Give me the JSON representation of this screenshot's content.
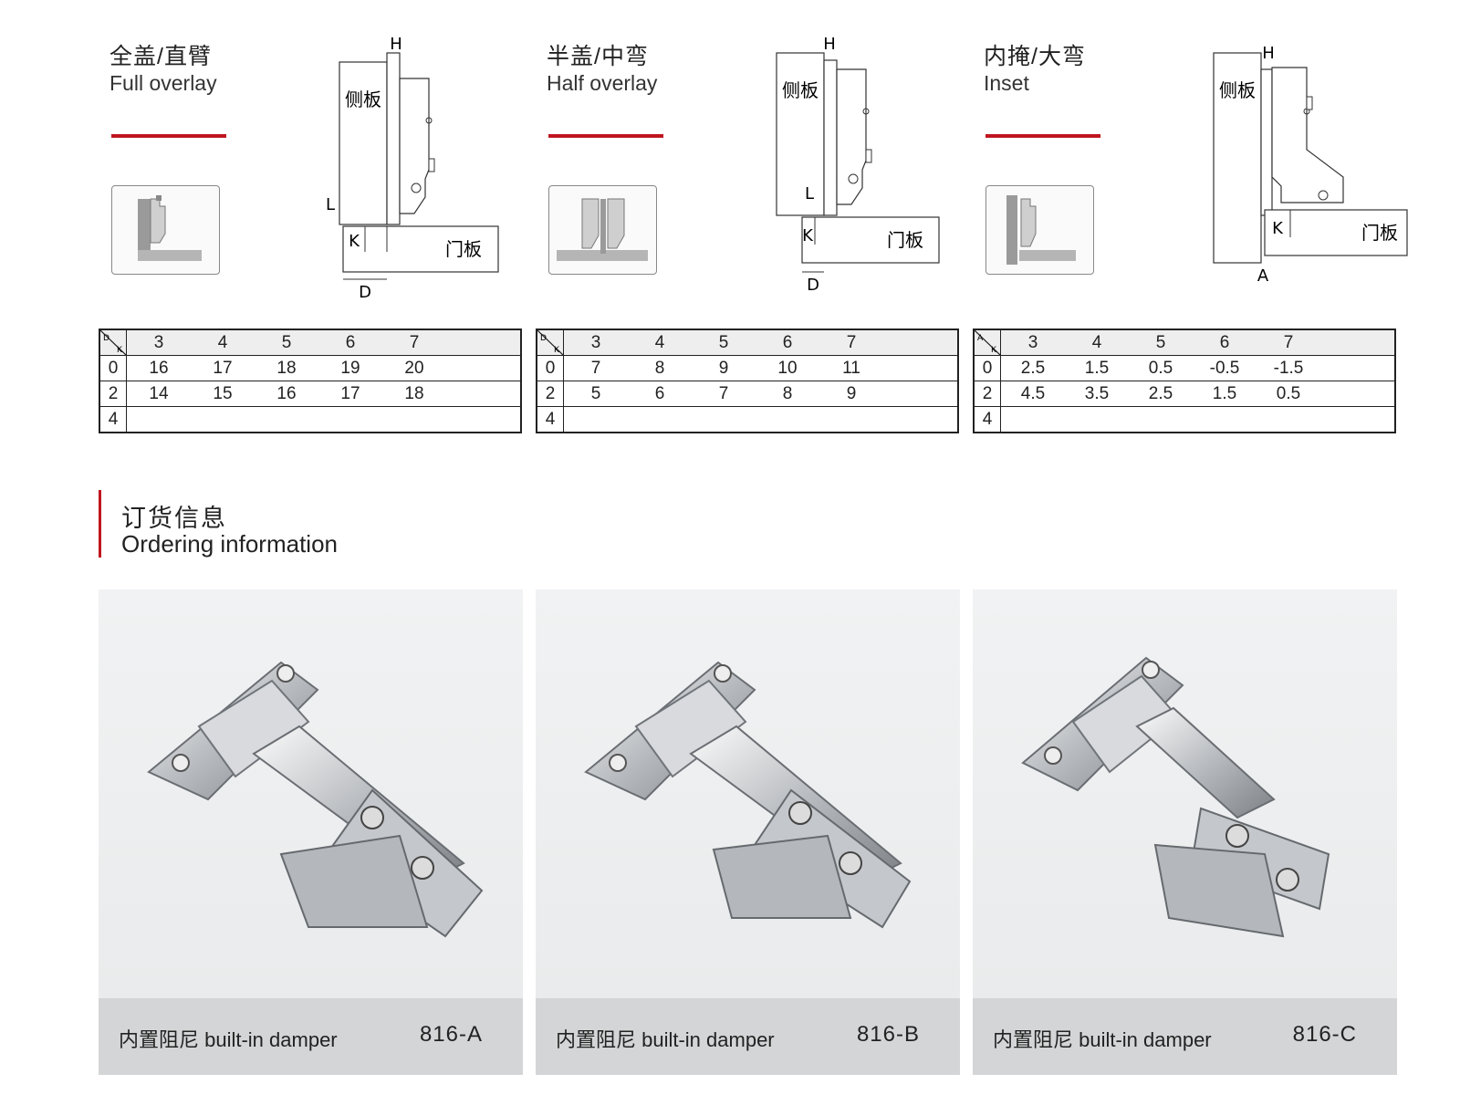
{
  "sections": [
    {
      "title_zh": "全盖/直臂",
      "title_en": "Full overlay",
      "diagram_labels": {
        "side_panel": "侧板",
        "door_panel": "门板",
        "h": "H",
        "k": "K",
        "l": "L",
        "bottom": "D"
      },
      "table": {
        "corner_top": "D",
        "corner_side": "K",
        "header": [
          "3",
          "4",
          "5",
          "6",
          "7"
        ],
        "rows": [
          {
            "label": "0",
            "values": [
              "16",
              "17",
              "18",
              "19",
              "20"
            ]
          },
          {
            "label": "2",
            "values": [
              "14",
              "15",
              "16",
              "17",
              "18"
            ]
          },
          {
            "label": "4",
            "values": [
              "",
              "",
              "",
              "",
              ""
            ]
          }
        ]
      }
    },
    {
      "title_zh": "半盖/中弯",
      "title_en": "Half overlay",
      "diagram_labels": {
        "side_panel": "侧板",
        "door_panel": "门板",
        "h": "H",
        "k": "K",
        "l": "L",
        "bottom": "D"
      },
      "table": {
        "corner_top": "D",
        "corner_side": "K",
        "header": [
          "3",
          "4",
          "5",
          "6",
          "7"
        ],
        "rows": [
          {
            "label": "0",
            "values": [
              "7",
              "8",
              "9",
              "10",
              "11"
            ]
          },
          {
            "label": "2",
            "values": [
              "5",
              "6",
              "7",
              "8",
              "9"
            ]
          },
          {
            "label": "4",
            "values": [
              "",
              "",
              "",
              "",
              ""
            ]
          }
        ]
      }
    },
    {
      "title_zh": "内掩/大弯",
      "title_en": "Inset",
      "diagram_labels": {
        "side_panel": "侧板",
        "door_panel": "门板",
        "h": "H",
        "k": "K",
        "l": "",
        "bottom": "A"
      },
      "table": {
        "corner_top": "A",
        "corner_side": "K",
        "header": [
          "3",
          "4",
          "5",
          "6",
          "7"
        ],
        "rows": [
          {
            "label": "0",
            "values": [
              "2.5",
              "1.5",
              "0.5",
              "-0.5",
              "-1.5"
            ]
          },
          {
            "label": "2",
            "values": [
              "4.5",
              "3.5",
              "2.5",
              "1.5",
              "0.5"
            ]
          },
          {
            "label": "4",
            "values": [
              "",
              "",
              "",
              "",
              ""
            ]
          }
        ]
      }
    }
  ],
  "ordering": {
    "title_zh": "订货信息",
    "title_en": "Ordering information",
    "products": [
      {
        "label": "内置阻尼 built-in damper",
        "code": "816-A"
      },
      {
        "label": "内置阻尼 built-in damper",
        "code": "816-B"
      },
      {
        "label": "内置阻尼 built-in damper",
        "code": "816-C"
      }
    ]
  },
  "colors": {
    "accent": "#c0161f",
    "caption_bg": "#d4d5d6",
    "card_bg": "#eef0f1",
    "table_border": "#222222"
  },
  "icon_names": [
    "hinge-thumbnail-icon",
    "hinge-cross-section-diagram",
    "hinge-photo"
  ]
}
